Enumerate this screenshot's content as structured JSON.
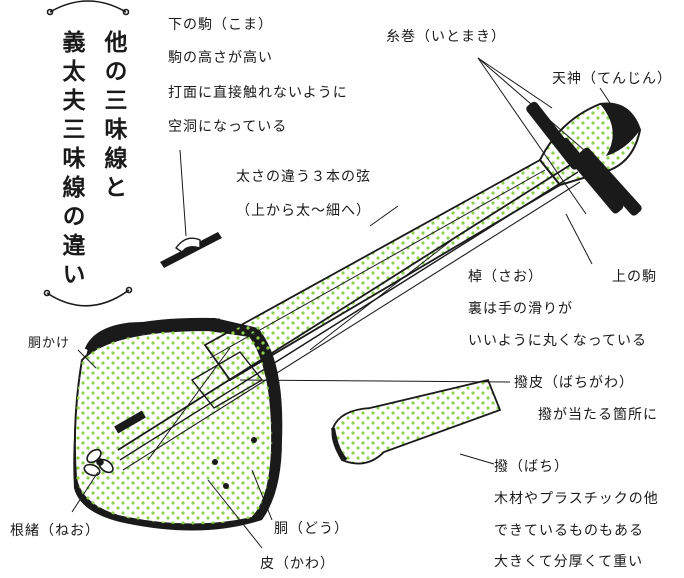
{
  "title": {
    "col1": "他の三味線と",
    "col2": "義太夫三味線の違い"
  },
  "labels": {
    "shita_koma": [
      "下の駒（こま）",
      "駒の高さが高い",
      "打面に直接触れないように",
      "空洞になっている"
    ],
    "itomaki": "糸巻（いとまき）",
    "tenjin": "天神（てんじん）",
    "strings": [
      "太さの違う３本の弦",
      "（上から太〜細へ）"
    ],
    "ue_koma": "上の駒",
    "sao": [
      "棹（さお）",
      "裏は手の滑りが",
      "いいように丸くなっている"
    ],
    "dokake": "胴かけ",
    "bachigawa": [
      "撥皮（ばちがわ）",
      "撥が当たる箇所に"
    ],
    "bachi": [
      "撥（ばち）",
      "木材やプラスチックの他",
      "できているものもある",
      "大きくて分厚くて重い"
    ],
    "neo": "根緒（ねお）",
    "do": "胴（どう）",
    "kawa": "皮（かわ）"
  },
  "colors": {
    "dots": "#8fd14f",
    "ink": "#1a1a1a"
  }
}
